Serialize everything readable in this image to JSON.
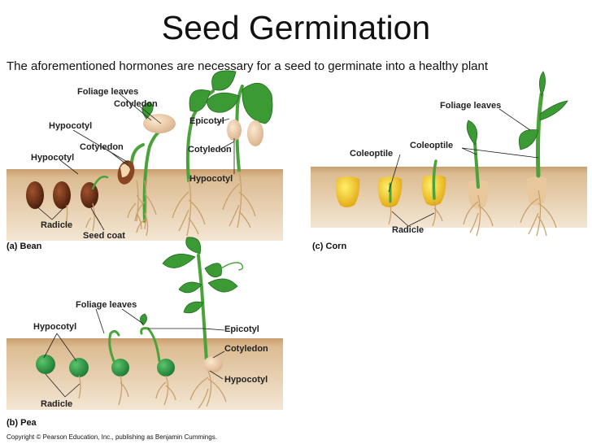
{
  "title": "Seed Germination",
  "subtitle": "The aforementioned hormones are necessary for a seed to germinate into a healthy plant",
  "panels": {
    "bean": {
      "caption": "(a) Bean",
      "labels": {
        "foliage_leaves": "Foliage leaves",
        "cotyledon_top": "Cotyledon",
        "hypocotyl_1": "Hypocotyl",
        "cotyledon_mid": "Cotyledon",
        "hypocotyl_2": "Hypocotyl",
        "epicotyl": "Epicotyl",
        "cotyledon_right": "Cotyledon",
        "hypocotyl_right": "Hypocotyl",
        "radicle": "Radicle",
        "seed_coat": "Seed coat"
      }
    },
    "corn": {
      "caption": "(c) Corn",
      "labels": {
        "foliage_leaves": "Foliage leaves",
        "coleoptile_1": "Coleoptile",
        "coleoptile_2": "Coleoptile",
        "radicle": "Radicle"
      }
    },
    "pea": {
      "caption": "(b) Pea",
      "labels": {
        "foliage_leaves": "Foliage leaves",
        "hypocotyl": "Hypocotyl",
        "epicotyl": "Epicotyl",
        "cotyledon": "Cotyledon",
        "hypocotyl_right": "Hypocotyl",
        "radicle": "Radicle"
      }
    }
  },
  "copyright": "Copyright © Pearson Education, Inc., publishing as Benjamin Cummings.",
  "colors": {
    "soil": "#d3b084",
    "stem": "#4aa33a",
    "leaf": "#3c9a35",
    "bean_seed": "#7a3a1c",
    "corn_kernel": "#f2c51c",
    "pea_seed": "#2e9a4a",
    "root": "#c9a06b"
  }
}
